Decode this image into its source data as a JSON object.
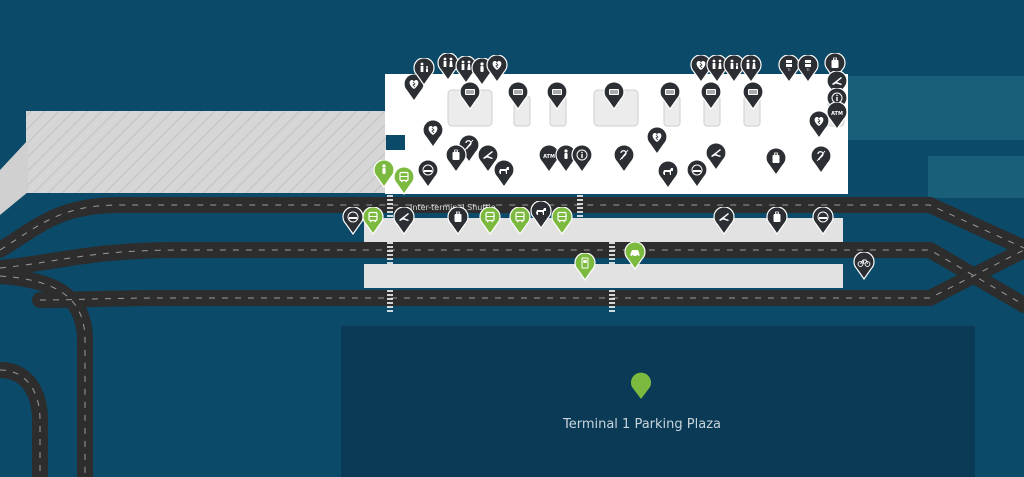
{
  "map": {
    "road_labels": {
      "inter_terminal_shuttle": "Inter-terminal Shuttle"
    },
    "parking": {
      "name": "Terminal 1 Parking Plaza"
    },
    "colors": {
      "water": "#0b4a68",
      "parking_lot": "#0a3a55",
      "road": "#2d2d2d",
      "road_dash": "#9a9a9a",
      "terminal": "#ffffff",
      "hatched_area": "#d8d8d8",
      "marker_dark": "#2b2e33",
      "marker_green": "#7cba3f"
    },
    "pin_labels": {
      "atm": "ATM"
    },
    "icons": [
      "defibrillator-icon",
      "family-restroom-icon",
      "restroom-icon",
      "nursing-room-icon",
      "gate-lounge-icon",
      "departures-icon",
      "baggage-icon",
      "smoking-area-icon",
      "hearing-loop-icon",
      "service-animal-icon",
      "atm-icon",
      "information-icon",
      "bus-stop-icon",
      "taxi-icon",
      "parking-pay-icon",
      "bicycle-icon",
      "ground-transport-icon"
    ]
  }
}
